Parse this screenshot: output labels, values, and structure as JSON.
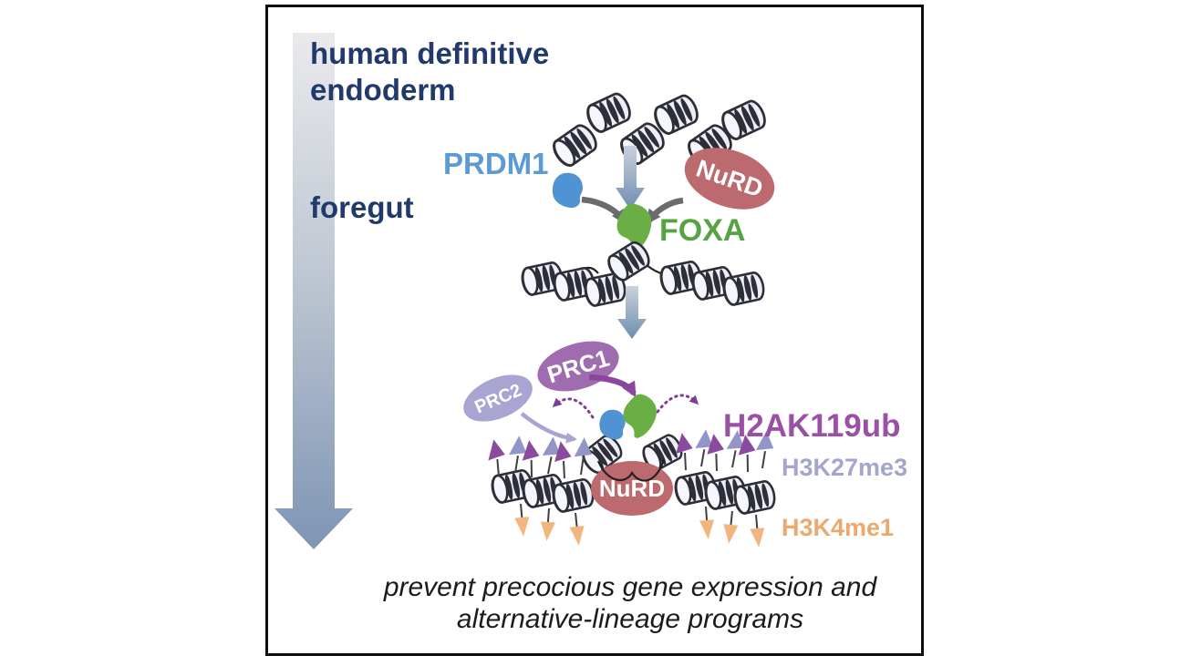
{
  "figure": {
    "stage_labels": {
      "line1": "human definitive",
      "line2": "endoderm",
      "stage2": "foregut"
    },
    "proteins": {
      "prdm1": "PRDM1",
      "nurd_top": "NuRD",
      "foxa": "FOXA",
      "prc1": "PRC1",
      "prc2": "PRC2",
      "nurd_bottom": "NuRD"
    },
    "histone_marks": {
      "h2ak119ub": "H2AK119ub",
      "h3k27me3": "H3K27me3",
      "h3k4me1": "H3K4me1"
    },
    "caption": {
      "line1": "prevent precocious gene expression and",
      "line2": "alternative-lineage programs"
    }
  },
  "colors": {
    "navy": "#213a6b",
    "prdm1_blue": "#5b9bd5",
    "blob_blue": "#4f93d3",
    "foxa_green": "#57a344",
    "blob_green": "#6aae46",
    "nurd_rose": "#bd6a6f",
    "prc1_purple": "#a06cb0",
    "prc2_lavender": "#a9a5d2",
    "h2ak119ub_purple": "#9a51a5",
    "h3k27me3_lavender": "#a3a5ce",
    "h3k4me1_orange": "#eda96d",
    "flag_purple_dark": "#8a4b9e",
    "flag_lavender": "#9394c7",
    "flag_orange": "#f3b57e",
    "prc1_arrow_purple": "#8b479b",
    "spreading_arrow_purple": "#7d3f92",
    "gray_arrow": "#6b6b6b",
    "timeline_arrow_blue": "#7e95b4",
    "caption_black": "#1b1b1b",
    "nucleosome_fill": "#edeff8",
    "nucleosome_stroke": "#2e2e38"
  }
}
